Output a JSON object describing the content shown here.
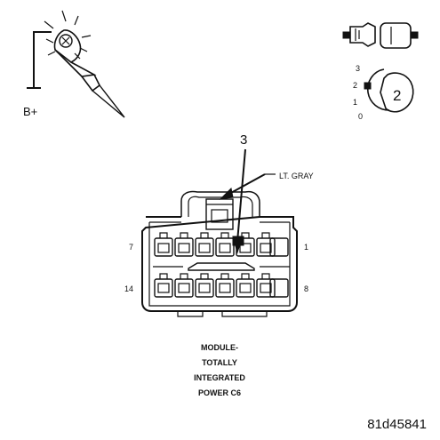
{
  "test_light": {
    "supply_label": "B+"
  },
  "ignition": {
    "positions": [
      "3",
      "2",
      "1",
      "0"
    ],
    "selected_position": "2"
  },
  "connector": {
    "callout_number": "3",
    "color_label": "LT. GRAY",
    "pin_top_left": "7",
    "pin_top_right": "1",
    "pin_bottom_left": "14",
    "pin_bottom_right": "8"
  },
  "caption": {
    "lines": [
      "MODULE-",
      "TOTALLY",
      "INTEGRATED",
      "POWER C6"
    ]
  },
  "figure_id": "81d45841"
}
